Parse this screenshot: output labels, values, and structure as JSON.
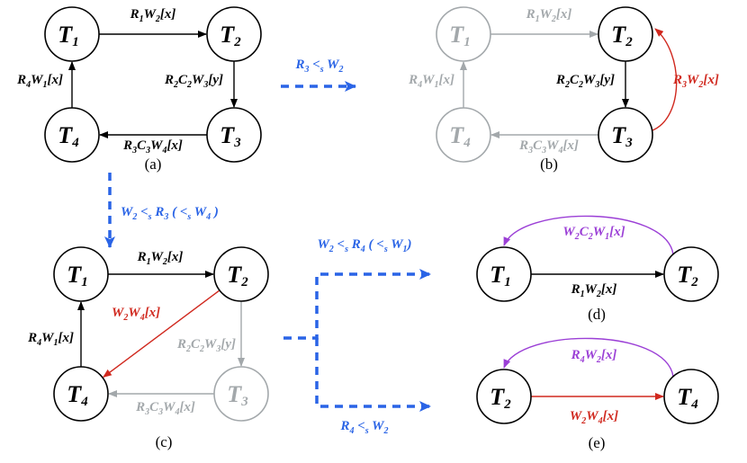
{
  "colors": {
    "black": "#000000",
    "gray": "#a3a8ab",
    "red": "#d0281e",
    "purple": "#9b3fd6",
    "blue": "#2a64e6"
  },
  "panels": [
    {
      "id": "a",
      "caption": "(a)",
      "nodes": [
        {
          "id": "T1",
          "base": "T",
          "sub": "1",
          "style": "black"
        },
        {
          "id": "T2",
          "base": "T",
          "sub": "2",
          "style": "black"
        },
        {
          "id": "T3",
          "base": "T",
          "sub": "3",
          "style": "black"
        },
        {
          "id": "T4",
          "base": "T",
          "sub": "4",
          "style": "black"
        }
      ],
      "edges": [
        {
          "from": "T1",
          "to": "T2",
          "style": "black",
          "label": [
            [
              "R",
              "1"
            ],
            [
              "W",
              "2"
            ],
            [
              "[x]",
              ""
            ]
          ]
        },
        {
          "from": "T2",
          "to": "T3",
          "style": "black",
          "label": [
            [
              "R",
              "2"
            ],
            [
              "C",
              "2"
            ],
            [
              "W",
              "3"
            ],
            [
              "[y]",
              ""
            ]
          ]
        },
        {
          "from": "T3",
          "to": "T4",
          "style": "black",
          "label": [
            [
              "R",
              "3"
            ],
            [
              "C",
              "3"
            ],
            [
              "W",
              "4"
            ],
            [
              "[x]",
              ""
            ]
          ]
        },
        {
          "from": "T4",
          "to": "T1",
          "style": "black",
          "label": [
            [
              "R",
              "4"
            ],
            [
              "W",
              "1"
            ],
            [
              "[x]",
              ""
            ]
          ]
        }
      ]
    },
    {
      "id": "b",
      "caption": "(b)",
      "nodes": [
        {
          "id": "T1",
          "base": "T",
          "sub": "1",
          "style": "gray"
        },
        {
          "id": "T2",
          "base": "T",
          "sub": "2",
          "style": "black"
        },
        {
          "id": "T3",
          "base": "T",
          "sub": "3",
          "style": "black"
        },
        {
          "id": "T4",
          "base": "T",
          "sub": "4",
          "style": "gray"
        }
      ],
      "edges": [
        {
          "from": "T1",
          "to": "T2",
          "style": "gray",
          "label": [
            [
              "R",
              "1"
            ],
            [
              "W",
              "2"
            ],
            [
              "[x]",
              ""
            ]
          ]
        },
        {
          "from": "T2",
          "to": "T3",
          "style": "black",
          "label": [
            [
              "R",
              "2"
            ],
            [
              "C",
              "2"
            ],
            [
              "W",
              "3"
            ],
            [
              "[y]",
              ""
            ]
          ]
        },
        {
          "from": "T3",
          "to": "T4",
          "style": "gray",
          "label": [
            [
              "R",
              "3"
            ],
            [
              "C",
              "3"
            ],
            [
              "W",
              "4"
            ],
            [
              "[x]",
              ""
            ]
          ]
        },
        {
          "from": "T4",
          "to": "T1",
          "style": "gray",
          "label": [
            [
              "R",
              "4"
            ],
            [
              "W",
              "1"
            ],
            [
              "[x]",
              ""
            ]
          ]
        },
        {
          "from": "T3",
          "to": "T2",
          "style": "red",
          "label": [
            [
              "R",
              "3"
            ],
            [
              "W",
              "2"
            ],
            [
              "[x]",
              ""
            ]
          ]
        }
      ]
    },
    {
      "id": "c",
      "caption": "(c)",
      "nodes": [
        {
          "id": "T1",
          "base": "T",
          "sub": "1",
          "style": "black"
        },
        {
          "id": "T2",
          "base": "T",
          "sub": "2",
          "style": "black"
        },
        {
          "id": "T3",
          "base": "T",
          "sub": "3",
          "style": "gray"
        },
        {
          "id": "T4",
          "base": "T",
          "sub": "4",
          "style": "black"
        }
      ],
      "edges": [
        {
          "from": "T1",
          "to": "T2",
          "style": "black",
          "label": [
            [
              "R",
              "1"
            ],
            [
              "W",
              "2"
            ],
            [
              "[x]",
              ""
            ]
          ]
        },
        {
          "from": "T2",
          "to": "T3",
          "style": "gray",
          "label": [
            [
              "R",
              "2"
            ],
            [
              "C",
              "2"
            ],
            [
              "W",
              "3"
            ],
            [
              "[y]",
              ""
            ]
          ]
        },
        {
          "from": "T3",
          "to": "T4",
          "style": "gray",
          "label": [
            [
              "R",
              "3"
            ],
            [
              "C",
              "3"
            ],
            [
              "W",
              "4"
            ],
            [
              "[x]",
              ""
            ]
          ]
        },
        {
          "from": "T4",
          "to": "T1",
          "style": "black",
          "label": [
            [
              "R",
              "4"
            ],
            [
              "W",
              "1"
            ],
            [
              "[x]",
              ""
            ]
          ]
        },
        {
          "from": "T2",
          "to": "T4",
          "style": "red",
          "label": [
            [
              "W",
              "2"
            ],
            [
              "W",
              "4"
            ],
            [
              "[x]",
              ""
            ]
          ]
        }
      ]
    },
    {
      "id": "d",
      "caption": "(d)",
      "nodes": [
        {
          "id": "T1",
          "base": "T",
          "sub": "1",
          "style": "black"
        },
        {
          "id": "T2",
          "base": "T",
          "sub": "2",
          "style": "black"
        }
      ],
      "edges": [
        {
          "from": "T1",
          "to": "T2",
          "style": "black",
          "label": [
            [
              "R",
              "1"
            ],
            [
              "W",
              "2"
            ],
            [
              "[x]",
              ""
            ]
          ]
        },
        {
          "from": "T2",
          "to": "T1",
          "style": "purple",
          "label": [
            [
              "W",
              "2"
            ],
            [
              "C",
              "2"
            ],
            [
              "W",
              "1"
            ],
            [
              "[x]",
              ""
            ]
          ]
        }
      ]
    },
    {
      "id": "e",
      "caption": "(e)",
      "nodes": [
        {
          "id": "T2",
          "base": "T",
          "sub": "2",
          "style": "black"
        },
        {
          "id": "T4",
          "base": "T",
          "sub": "4",
          "style": "black"
        }
      ],
      "edges": [
        {
          "from": "T2",
          "to": "T4",
          "style": "red",
          "label": [
            [
              "W",
              "2"
            ],
            [
              "W",
              "4"
            ],
            [
              "[x]",
              ""
            ]
          ]
        },
        {
          "from": "T4",
          "to": "T2",
          "style": "purple",
          "label": [
            [
              "R",
              "4"
            ],
            [
              "W",
              "2"
            ],
            [
              "[x]",
              ""
            ]
          ]
        }
      ]
    }
  ],
  "transitions": [
    {
      "id": "a-to-b",
      "label": [
        [
          "R",
          "3"
        ],
        [
          " <",
          ""
        ],
        [
          "",
          "s"
        ],
        [
          " W",
          "2"
        ]
      ]
    },
    {
      "id": "a-to-c",
      "label": [
        [
          "W",
          "2"
        ],
        [
          " <",
          ""
        ],
        [
          "",
          "s"
        ],
        [
          " R",
          "3"
        ],
        [
          " ( <",
          ""
        ],
        [
          "",
          "s"
        ],
        [
          " W",
          "4"
        ],
        [
          " )",
          ""
        ]
      ]
    },
    {
      "id": "c-to-d",
      "label": [
        [
          "W",
          "2"
        ],
        [
          " <",
          ""
        ],
        [
          "",
          "s"
        ],
        [
          " R",
          "4"
        ],
        [
          " ( <",
          ""
        ],
        [
          "",
          "s"
        ],
        [
          " W",
          "1"
        ],
        [
          ")",
          ""
        ]
      ]
    },
    {
      "id": "c-to-e",
      "label": [
        [
          "R",
          "4"
        ],
        [
          " <",
          ""
        ],
        [
          "",
          "s"
        ],
        [
          " W",
          "2"
        ]
      ]
    }
  ]
}
